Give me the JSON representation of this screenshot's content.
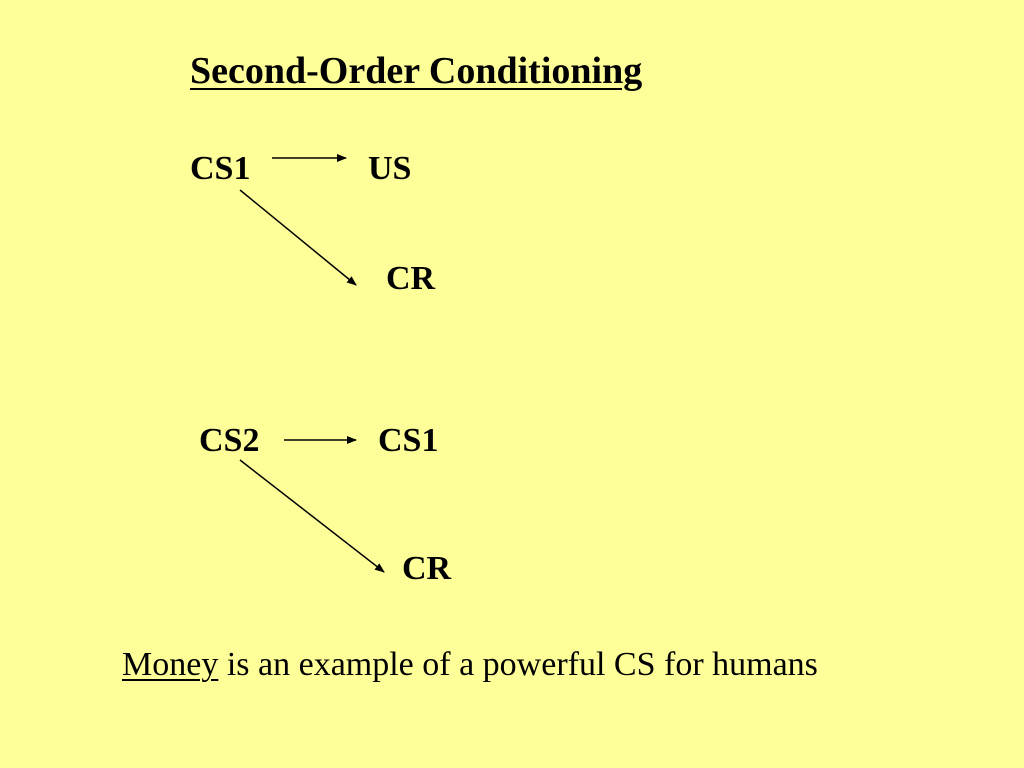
{
  "slide": {
    "background": "#FFFF99",
    "title": "Second-Order Conditioning",
    "first_order": {
      "stimulus": "CS1",
      "pairing": "US",
      "response": "CR"
    },
    "second_order": {
      "stimulus": "CS2",
      "pairing": "CS1",
      "response": "CR"
    },
    "caption": {
      "emphasis": "Money",
      "rest": " is an example of a powerful CS for humans"
    }
  }
}
